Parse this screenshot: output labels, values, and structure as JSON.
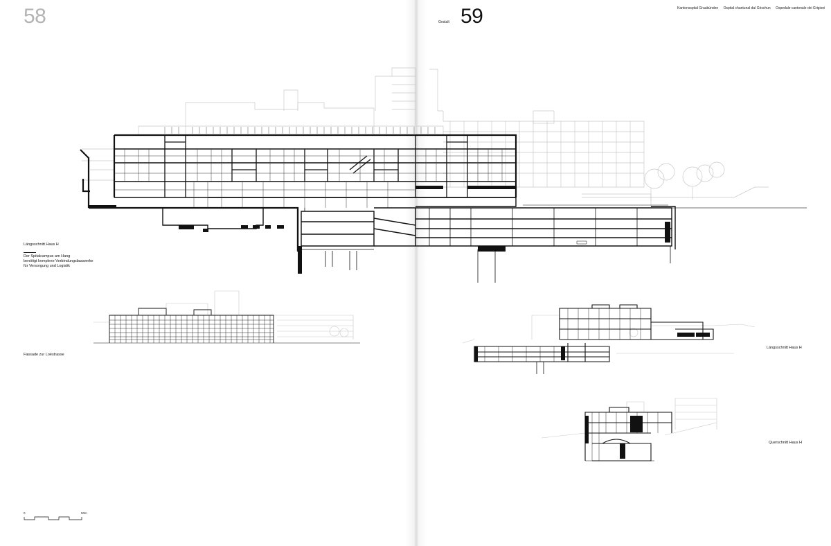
{
  "page_left": {
    "number": "58"
  },
  "page_right": {
    "number": "59",
    "section": "Gestalt"
  },
  "header": {
    "languages": [
      "Kantonsspital Graubünden",
      "Ospital chantunal dal Grischun",
      "Ospedale cantonale dei Grigioni"
    ]
  },
  "captions": {
    "main_section_title": "Längsschnitt Haus H",
    "main_section_lines": [
      "Der Spitalcampus am Hang",
      "benötigt komplexe Verbindungsbauwerke",
      "für Versorgung und Logistik"
    ],
    "facade": "Fassade zur Loëstrasse",
    "long_section_small": "Längsschnitt Haus H",
    "cross_section": "Querschnitt Haus H"
  },
  "scale_bar": {
    "start": "0",
    "end": "50m"
  },
  "colors": {
    "ink": "#111111",
    "page_number_light": "#b3b3b3",
    "context_line": "#c8c8c8"
  }
}
